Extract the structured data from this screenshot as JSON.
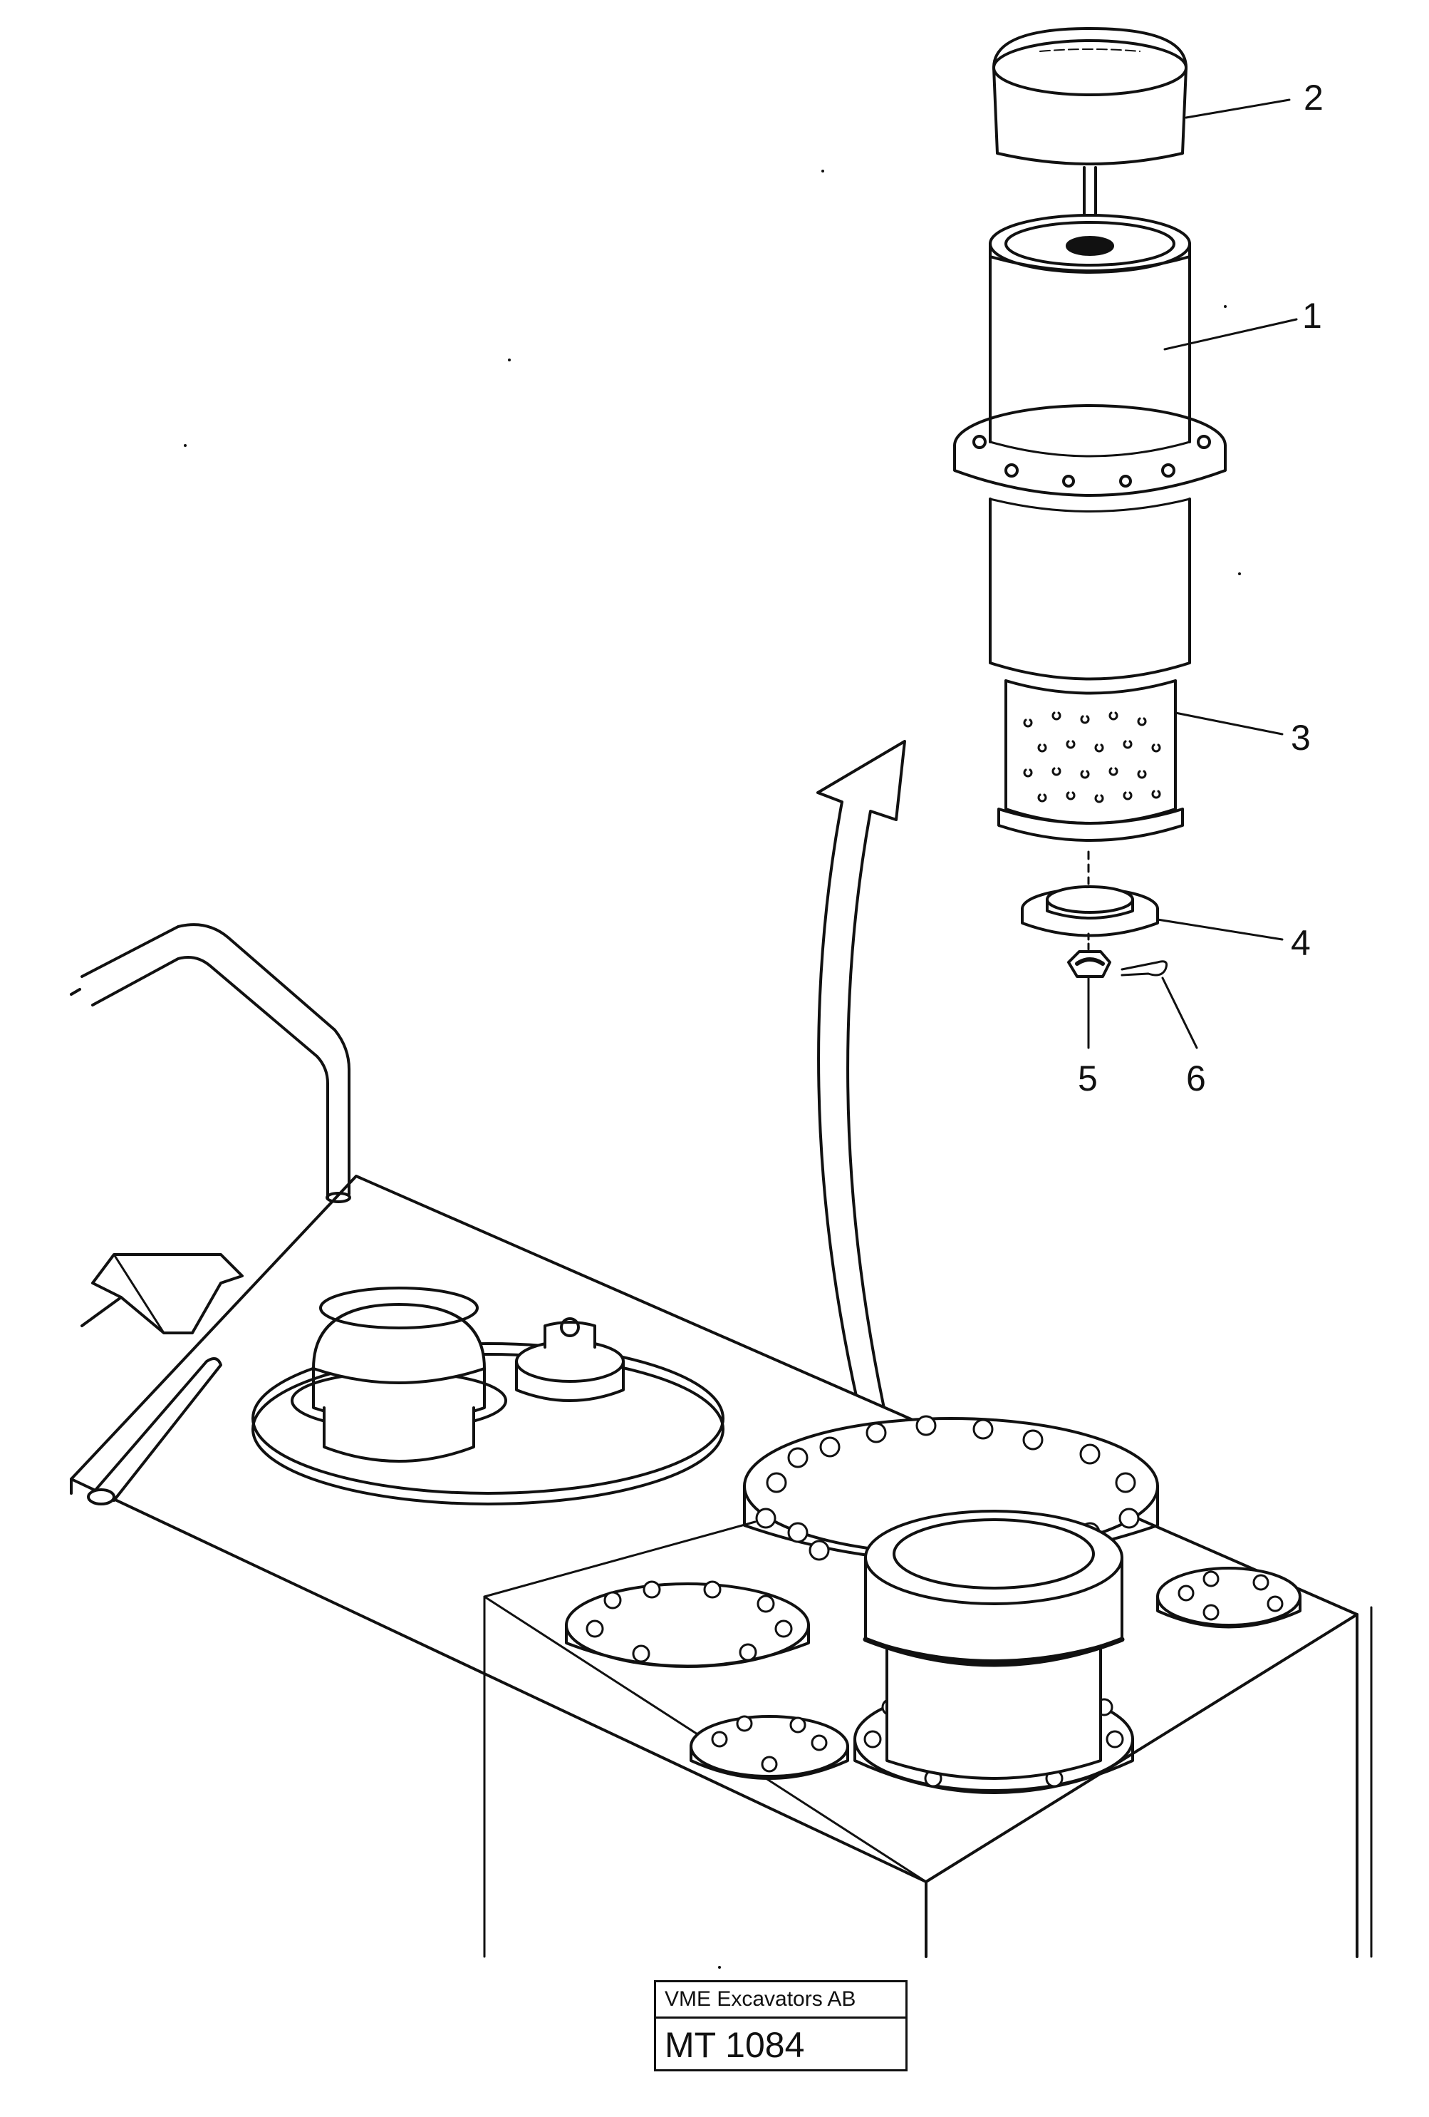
{
  "labels": {
    "l1": "1",
    "l2": "2",
    "l3": "3",
    "l4": "4",
    "l5": "5",
    "l6": "6"
  },
  "title_block": {
    "company": "VME Excavators AB",
    "code": "MT 1084"
  }
}
